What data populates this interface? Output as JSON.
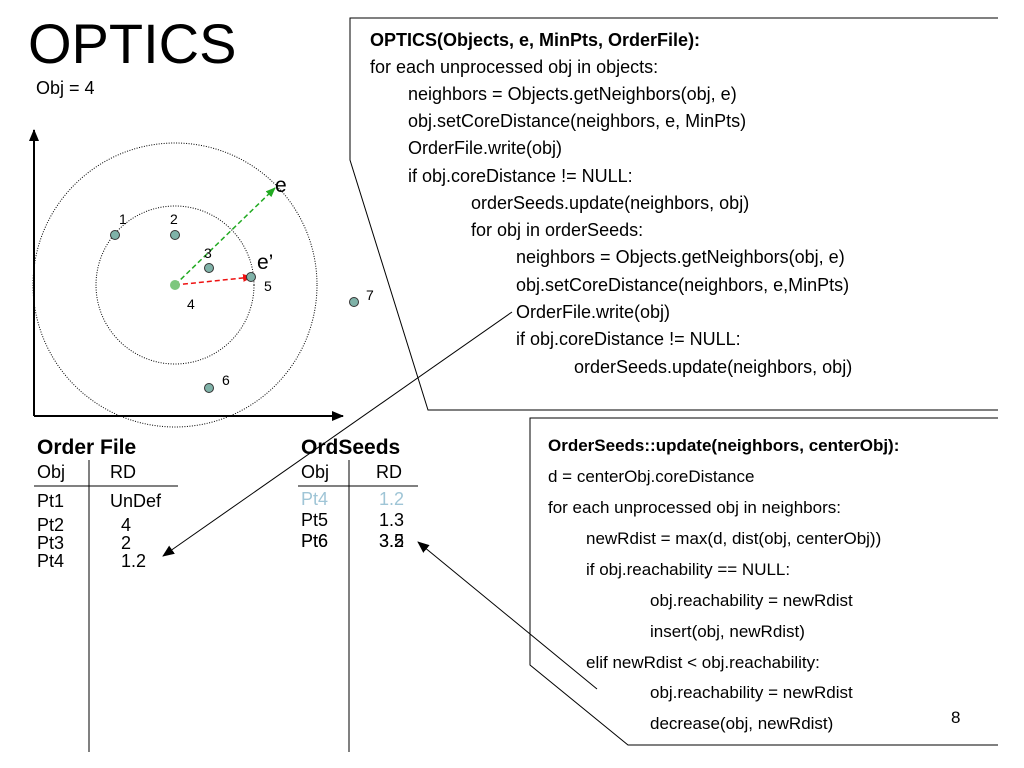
{
  "title": "OPTICS",
  "obj_label": "Obj = 4",
  "optics_code": {
    "header": "OPTICS(Objects, e, MinPts, OrderFile):",
    "lines": [
      "for each unprocessed obj in objects:",
      "neighbors = Objects.getNeighbors(obj, e)",
      "obj.setCoreDistance(neighbors, e, MinPts)",
      "OrderFile.write(obj)",
      "if obj.coreDistance != NULL:",
      "orderSeeds.update(neighbors, obj)",
      "for obj in orderSeeds:",
      "neighbors = Objects.getNeighbors(obj, e)",
      "obj.setCoreDistance(neighbors, e,MinPts)",
      "OrderFile.write(obj)",
      "if obj.coreDistance != NULL:",
      "orderSeeds.update(neighbors, obj)"
    ]
  },
  "update_code": {
    "header": "OrderSeeds::update(neighbors, centerObj):",
    "lines": [
      "d = centerObj.coreDistance",
      "for each unprocessed obj in neighbors:",
      "newRdist = max(d, dist(obj, centerObj))",
      "if obj.reachability == NULL:",
      "obj.reachability = newRdist",
      "insert(obj, newRdist)",
      "elif newRdist < obj.reachability:",
      "obj.reachability = newRdist",
      "decrease(obj, newRdist)"
    ]
  },
  "order_file": {
    "title": "Order File",
    "col_obj": "Obj",
    "col_rd": "RD",
    "rows": [
      {
        "obj": "Pt1",
        "rd": "UnDef"
      },
      {
        "obj": "Pt2",
        "rd": "4"
      },
      {
        "obj": "Pt3",
        "rd": "2"
      },
      {
        "obj": "Pt4",
        "rd": "1.2"
      }
    ]
  },
  "ord_seeds": {
    "title": "OrdSeeds",
    "col_obj": "Obj",
    "col_rd": "RD",
    "rows": [
      {
        "obj": "Pt4",
        "rd": "1.2",
        "faded": true
      },
      {
        "obj": "Pt5",
        "rd": "1.3",
        "faded": false
      },
      {
        "obj": "Pt6",
        "rd": "3.2",
        "faded": false
      },
      {
        "obj": "Pt6",
        "rd": "3.5",
        "faded": false
      }
    ]
  },
  "points": {
    "p1": "1",
    "p2": "2",
    "p3": "3",
    "p4": "4",
    "p5": "5",
    "p6": "6",
    "p7": "7"
  },
  "radius_labels": {
    "outer": "e",
    "inner": "e’"
  },
  "page_number": "8",
  "colors": {
    "point_fill": "#7fb2a8",
    "center_fill": "#7dc77d",
    "eps_arrow": "#22aa22",
    "eps_prime_arrow": "#ee1111",
    "faded_text": "#9fc5d6"
  }
}
